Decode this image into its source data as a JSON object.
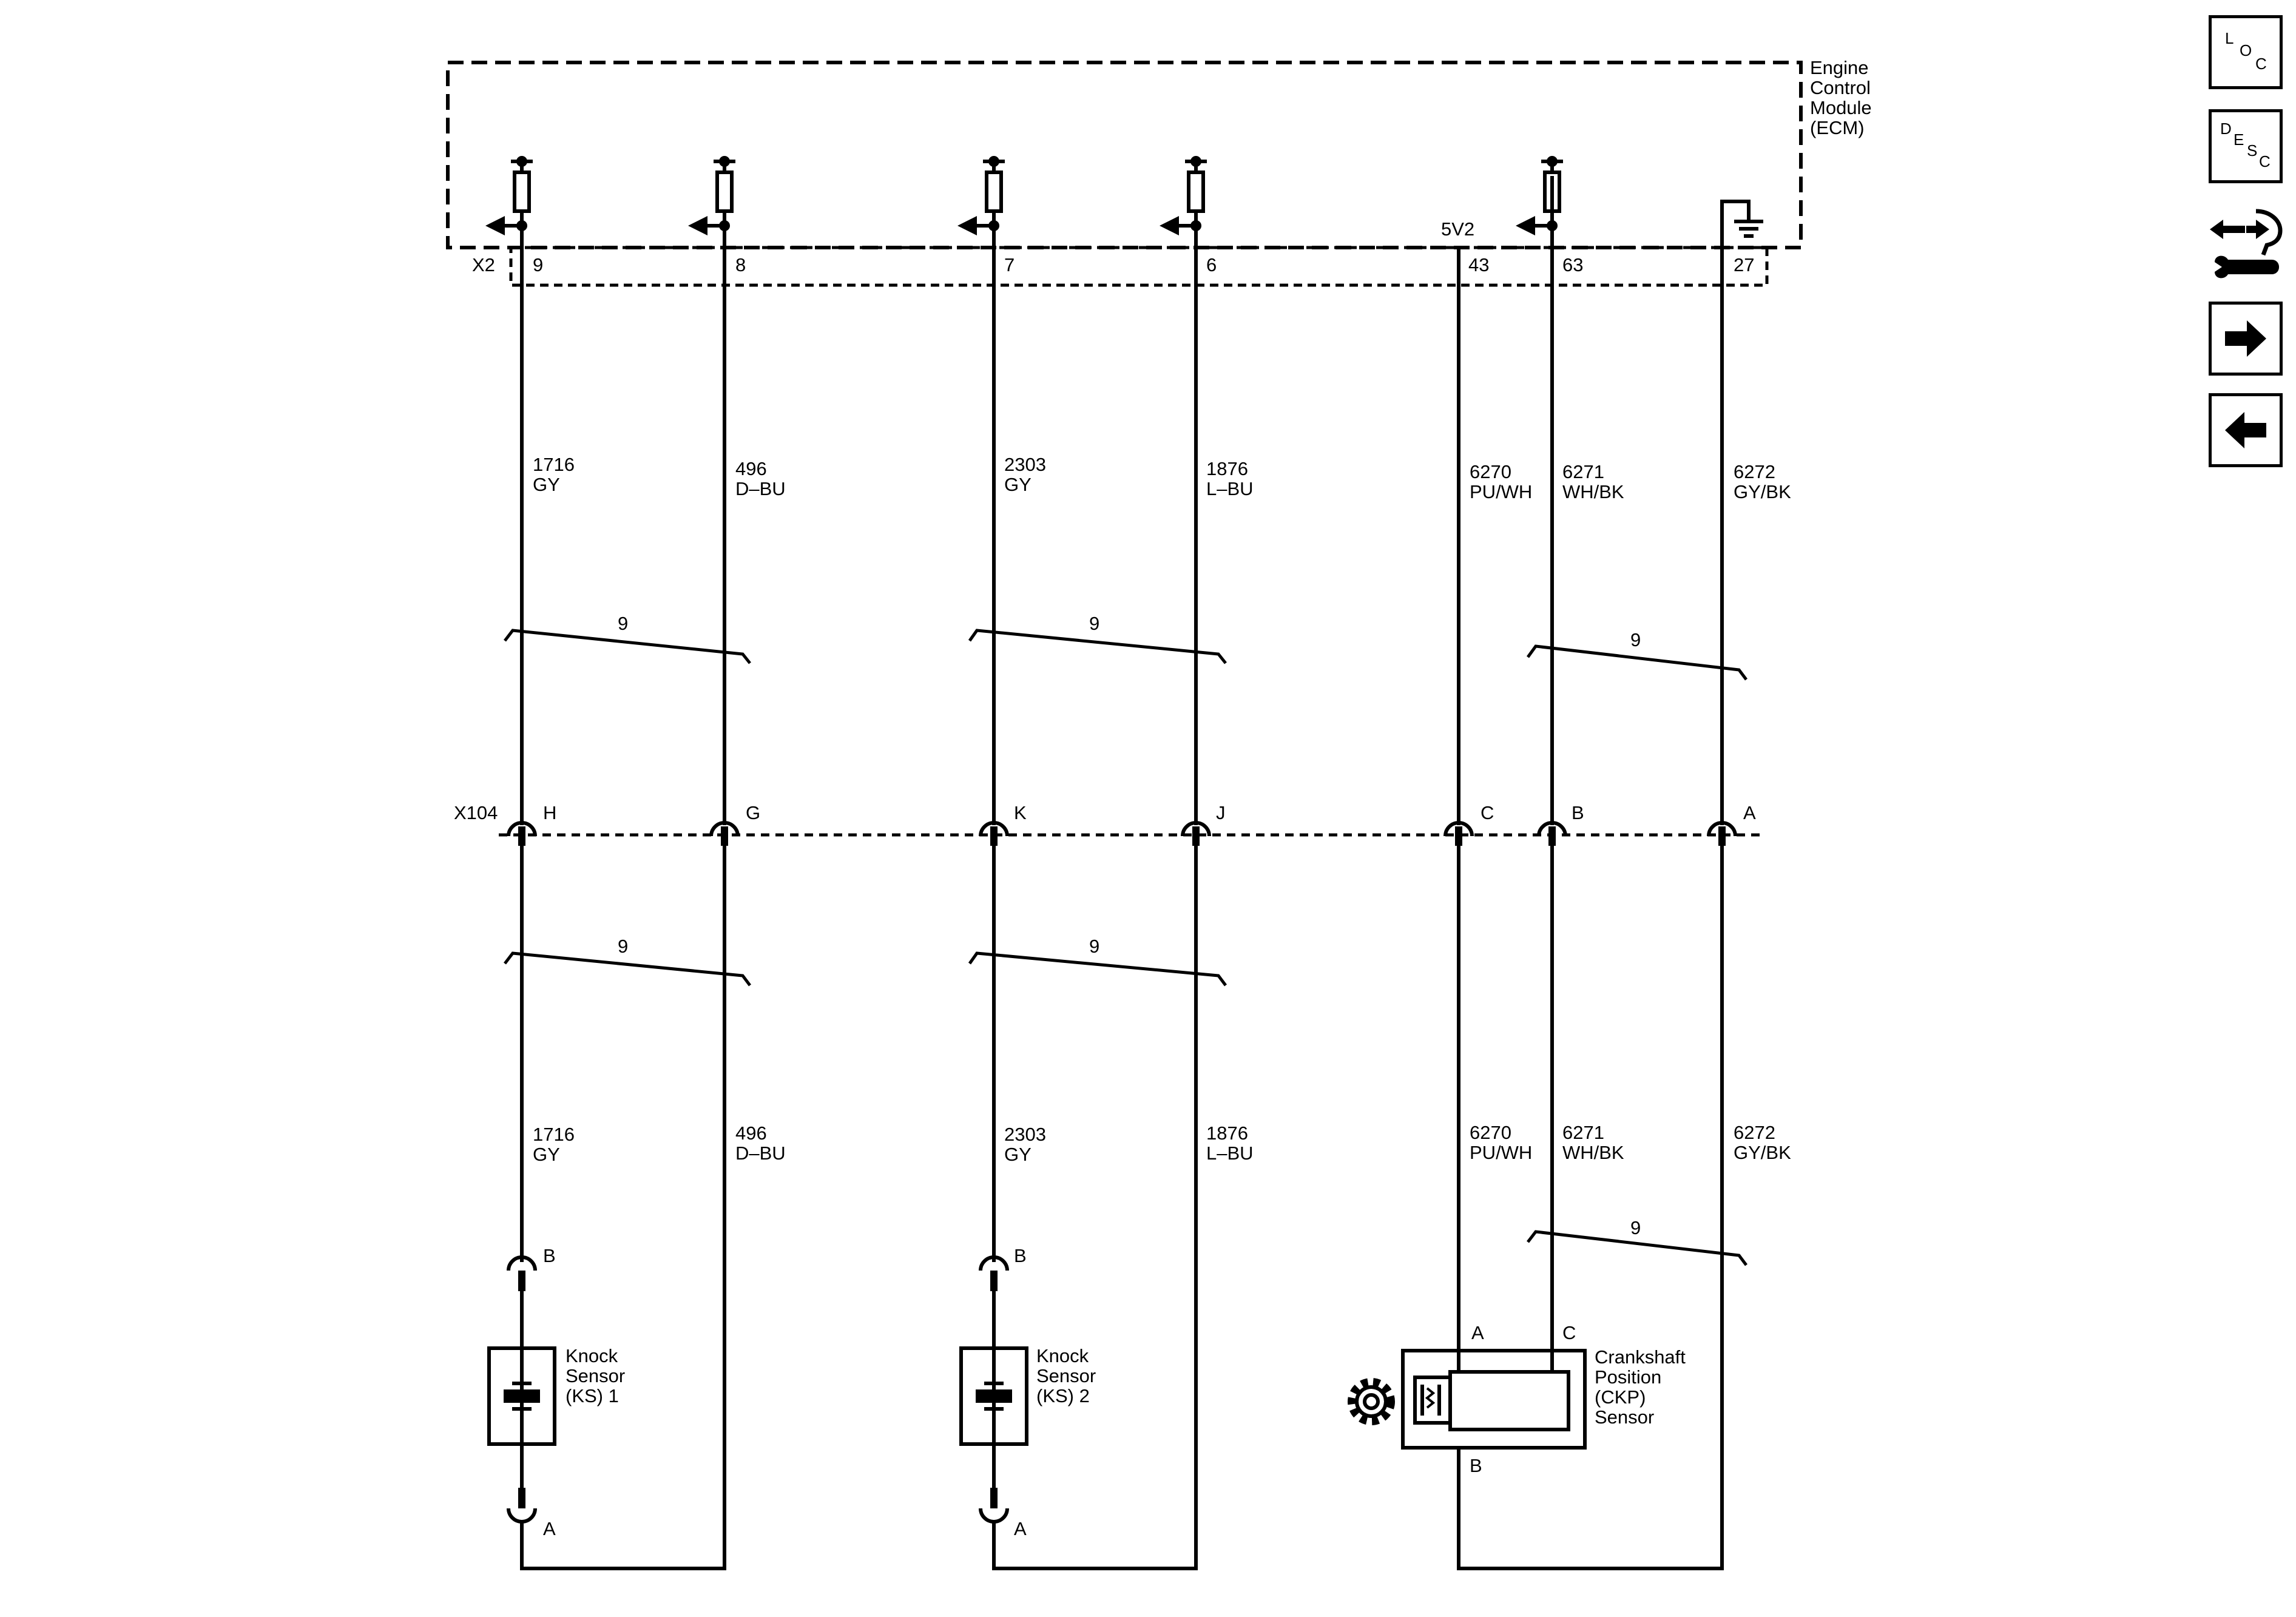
{
  "module": {
    "name_lines": [
      "Engine",
      "Control",
      "Module",
      "(ECM)"
    ],
    "connector": "X2",
    "voltage_ref": "5V2"
  },
  "pins": [
    "9",
    "8",
    "7",
    "6",
    "43",
    "63",
    "27"
  ],
  "wires": [
    {
      "circuit": "1716",
      "color": "GY"
    },
    {
      "circuit": "496",
      "color": "D–BU"
    },
    {
      "circuit": "2303",
      "color": "GY"
    },
    {
      "circuit": "1876",
      "color": "L–BU"
    },
    {
      "circuit": "6270",
      "color": "PU/WH"
    },
    {
      "circuit": "6271",
      "color": "WH/BK"
    },
    {
      "circuit": "6272",
      "color": "GY/BK"
    }
  ],
  "inline_connector": {
    "name": "X104",
    "pins": [
      "H",
      "G",
      "K",
      "J",
      "C",
      "B",
      "A"
    ]
  },
  "twisted_pair_label": "9",
  "components": {
    "ks1": {
      "name_lines": [
        "Knock",
        "Sensor",
        "(KS) 1"
      ],
      "pin_top": "B",
      "pin_bottom": "A"
    },
    "ks2": {
      "name_lines": [
        "Knock",
        "Sensor",
        "(KS) 2"
      ],
      "pin_top": "B",
      "pin_bottom": "A"
    },
    "ckp": {
      "name_lines": [
        "Crankshaft",
        "Position",
        "(CKP)",
        "Sensor"
      ],
      "pin_a": "A",
      "pin_c": "C",
      "pin_b": "B"
    }
  },
  "side_panel": {
    "loc_letters": [
      "L",
      "O",
      "C"
    ],
    "desc_letters": [
      "D",
      "E",
      "S",
      "C"
    ],
    "icons": [
      "connector-repair-icon",
      "arrow-right-icon",
      "arrow-left-icon"
    ]
  }
}
